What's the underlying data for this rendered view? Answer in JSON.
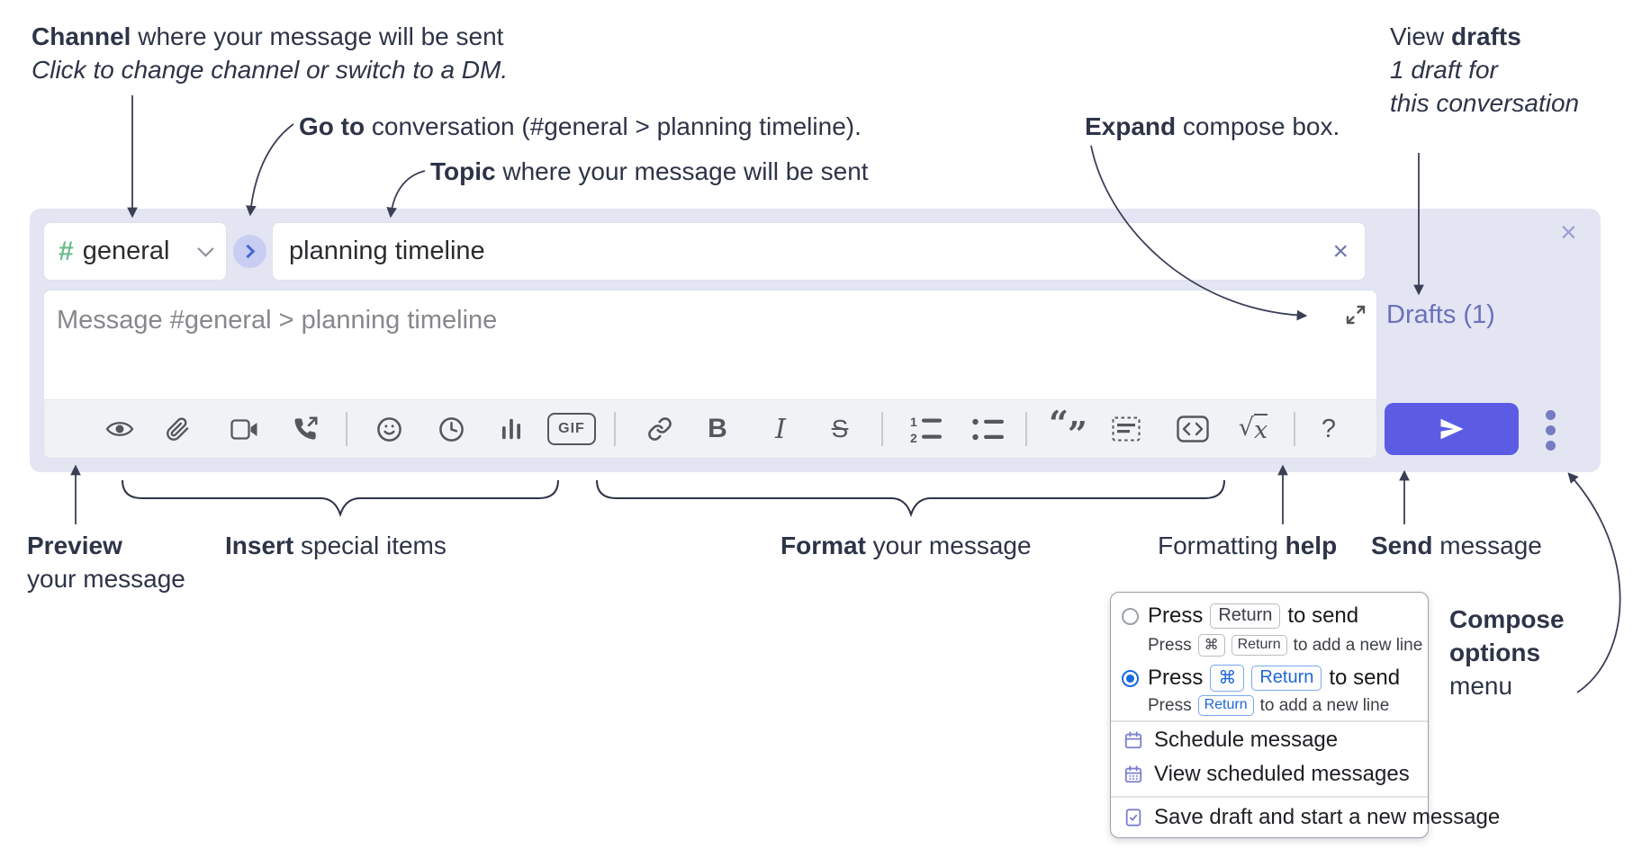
{
  "colors": {
    "annotation_text": "#2e3448",
    "compose_bg": "#e3e5f3",
    "toolbar_bg": "#f1f2f5",
    "icon_gray": "#55575e",
    "hash_green": "#6dbd8c",
    "goto_chevron_blue": "#4468cf",
    "send_purple": "#5b5ce3",
    "drafts_link_purple": "#6a71bb",
    "menu_icon_purple": "#7b80cf",
    "radio_selected_blue": "#1668e3",
    "kbd_blue": "#2068d6"
  },
  "annotations": {
    "channel": {
      "bold": "Channel",
      "rest": " where your message will be sent",
      "sub": "Click to change channel or switch to a DM."
    },
    "goto": {
      "bold": "Go to",
      "rest": " conversation (#general > planning timeline)."
    },
    "topic": {
      "bold": "Topic",
      "rest": " where your message will be sent"
    },
    "expand": {
      "bold": "Expand",
      "rest": " compose box."
    },
    "view_drafts": {
      "pre": "View ",
      "bold": "drafts",
      "line2": "1 draft for",
      "line3": "this conversation"
    },
    "preview": {
      "bold": "Preview",
      "line2": "your message"
    },
    "insert": {
      "bold": "Insert",
      "rest": " special items"
    },
    "format": {
      "bold": "Format",
      "rest": " your message"
    },
    "formatting_help": {
      "pre": "Formatting ",
      "bold": "help"
    },
    "send": {
      "bold": "Send",
      "rest": " message"
    },
    "compose_options": {
      "line1": "Compose",
      "line2": "options",
      "line3": "menu"
    }
  },
  "compose": {
    "channel": {
      "hash": "#",
      "name": "general"
    },
    "topic": {
      "value": "planning timeline",
      "clear": "×"
    },
    "close": "×",
    "message": {
      "placeholder": "Message #general > planning timeline"
    },
    "drafts_link": "Drafts (1)",
    "toolbar": {
      "gif": "GIF",
      "bold": "B",
      "italic": "I",
      "strike": "S",
      "ol_1": "1",
      "ol_2": "2",
      "math_root": "√",
      "math_x": "x",
      "help": "?"
    }
  },
  "options_menu": {
    "option_return": {
      "press": "Press",
      "key_return": "Return",
      "suffix": "to send",
      "sub_press": "Press",
      "sub_key_cmd": "⌘",
      "sub_key_return": "Return",
      "sub_suffix": "to add a new line"
    },
    "option_cmd_return": {
      "press": "Press",
      "key_cmd": "⌘",
      "key_return": "Return",
      "suffix": "to send",
      "sub_press": "Press",
      "sub_key_return": "Return",
      "sub_suffix": "to add a new line"
    },
    "schedule": "Schedule message",
    "view_scheduled": "View scheduled messages",
    "save_draft": "Save draft and start a new message"
  }
}
